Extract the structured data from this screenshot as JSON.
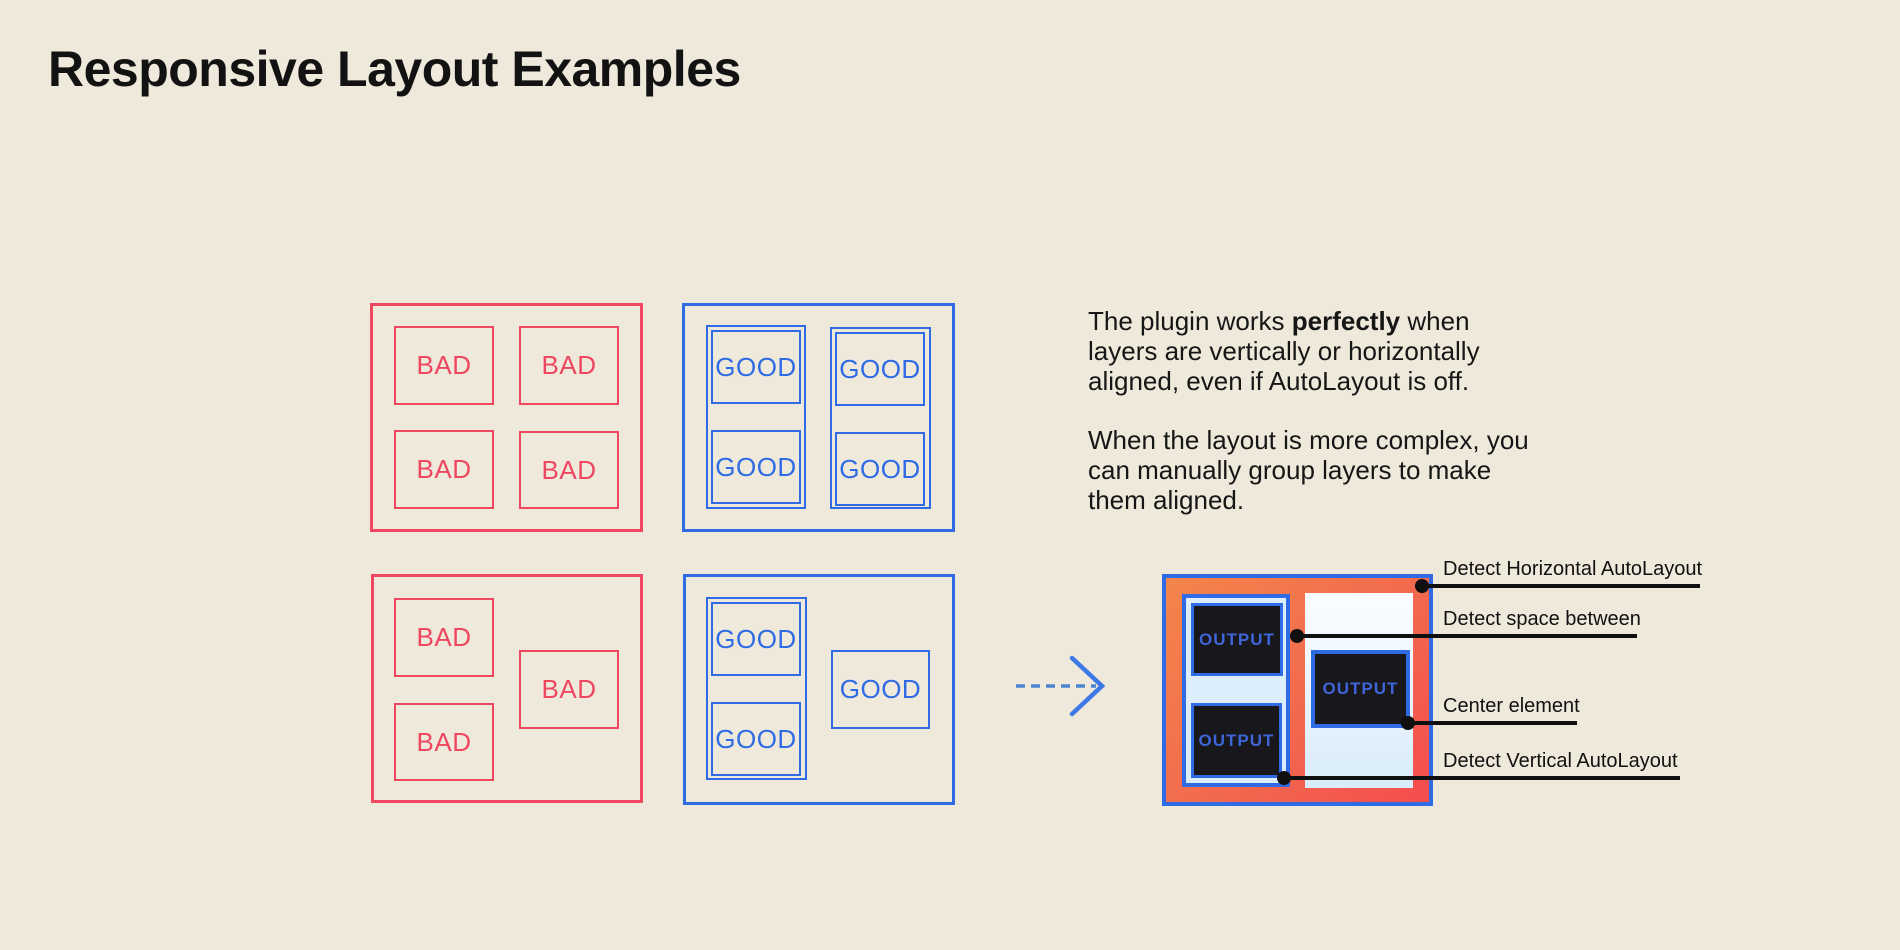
{
  "title": "Responsive Layout Examples",
  "labels": {
    "bad": "BAD",
    "good": "GOOD",
    "output": "OUTPUT"
  },
  "description": {
    "p1_line1_pre": "The plugin works ",
    "p1_line1_bold": "perfectly",
    "p1_line1_post": " when",
    "p1_line2": "layers are vertically or horizontally",
    "p1_line3": "aligned, even if AutoLayout is off.",
    "p2_line1": "When the layout is more complex, you",
    "p2_line2": "can manually group layers to make",
    "p2_line3": "them aligned."
  },
  "annotations": [
    {
      "label": "Detect Horizontal AutoLayout"
    },
    {
      "label": "Detect space between"
    },
    {
      "label": "Center element"
    },
    {
      "label": "Detect Vertical AutoLayout"
    }
  ],
  "colors": {
    "background": "#EFE9DB",
    "bad_red": "#EF4760",
    "good_blue": "#2F6BE4",
    "frame_gradient_start": "#F3854C",
    "frame_gradient_end": "#F44D4F",
    "panel_light_blue": "#DCEEFB",
    "output_box_bg": "#17171C",
    "output_text_blue": "#3E66D8",
    "annotation_black": "#101010",
    "arrow_blue": "#4A86CF"
  }
}
